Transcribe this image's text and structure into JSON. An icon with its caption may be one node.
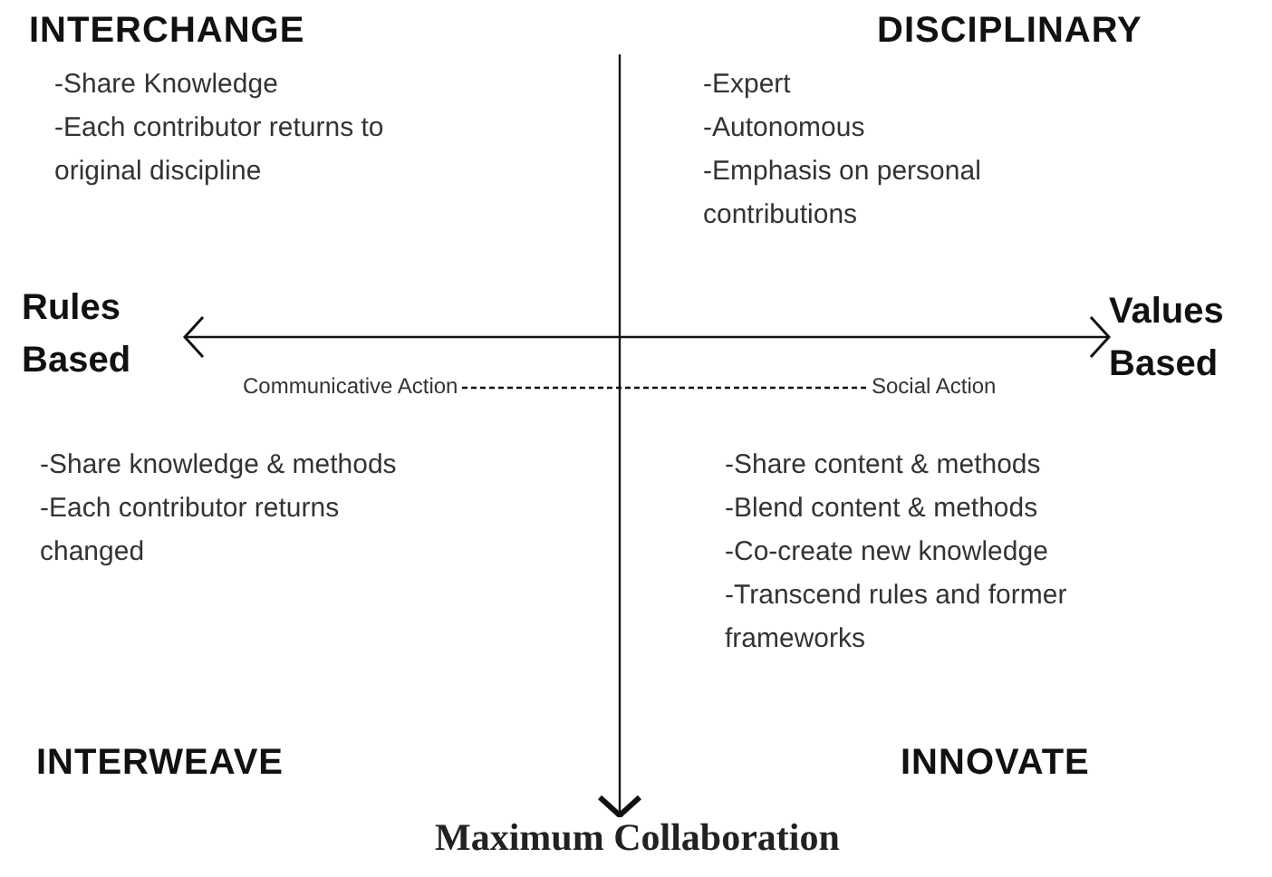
{
  "diagram": {
    "nodes": [
      {
        "text": [
          "Rules Based"
        ]
      },
      {
        "text": [
          "Values Based"
        ]
      },
      {
        "text": [
          "Communicative Action"
        ]
      },
      {
        "text": [
          "Social Action"
        ]
      },
      {
        "text": [
          "Maximum Collaboration"
        ]
      }
    ],
    "edges": [
      {
        "from": 0,
        "to": 1,
        "arrow": "both"
      },
      {
        "from": 2,
        "to": 3,
        "arrow": "none",
        "style": "dashed"
      },
      {
        "from": null,
        "to": 4,
        "arrow": "to"
      }
    ],
    "labels": [
      "INTERCHANGE",
      "DISCIPLINARY",
      "-Share Knowledge",
      "-Each contributor returns to original discipline",
      "-Expert",
      "-Autonomous",
      "-Emphasis on personal contributions",
      "-Share knowledge & methods",
      "-Each contributor returns changed",
      "-Share content & methods",
      "-Blend content & methods",
      "-Co-create new knowledge",
      "-Transcend rules and former frameworks",
      "INTERWEAVE",
      "INNOVATE"
    ]
  }
}
